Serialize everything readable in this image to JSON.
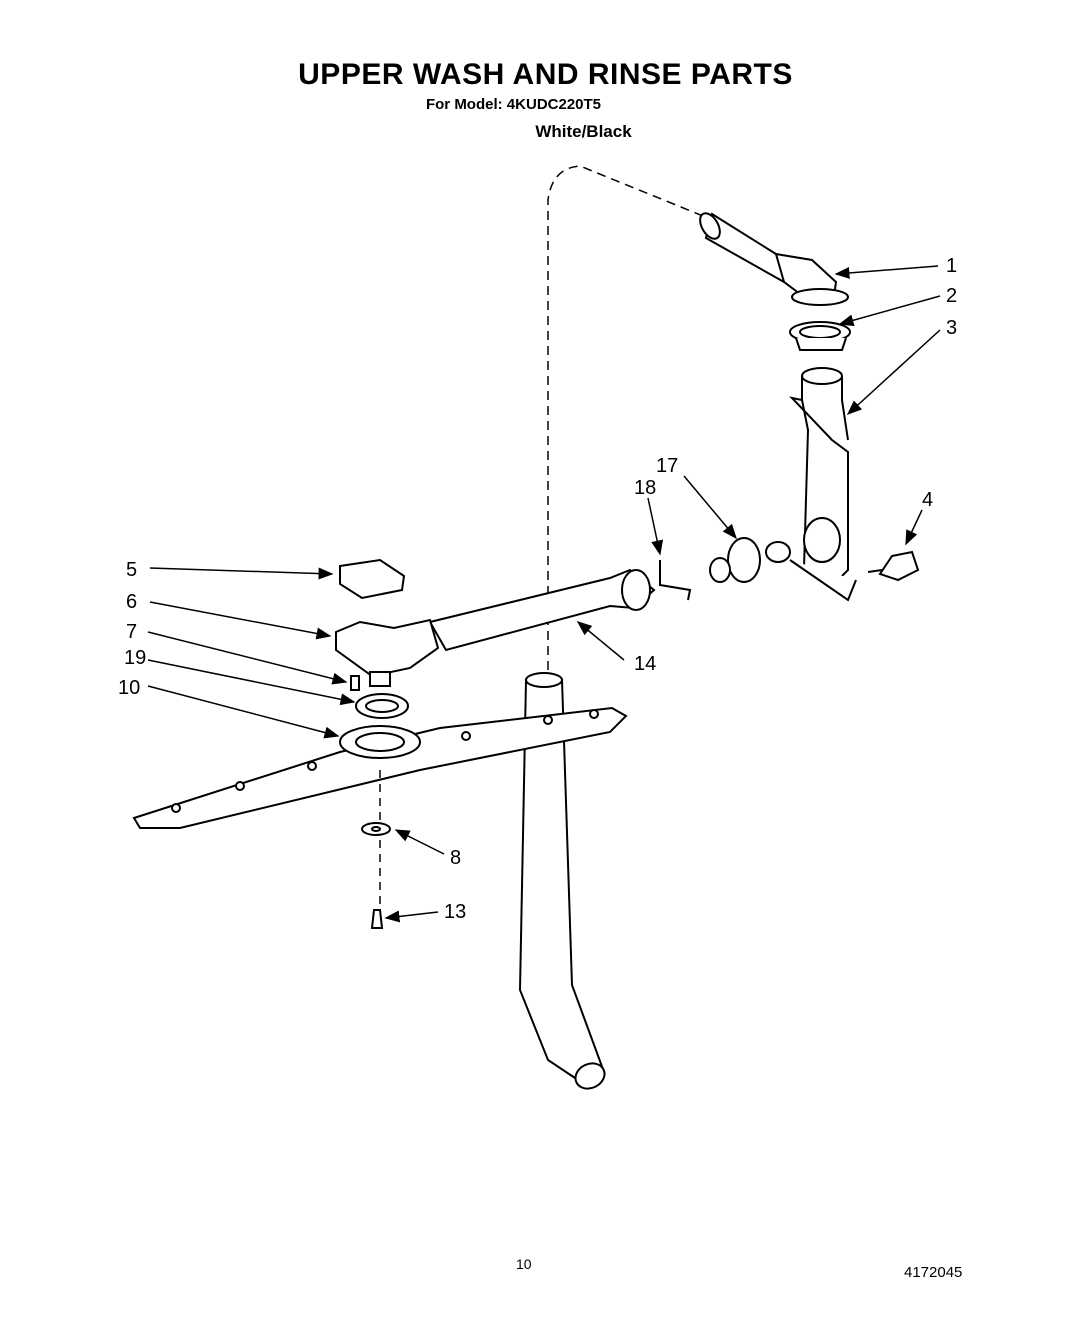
{
  "header": {
    "title": "UPPER WASH AND RINSE PARTS",
    "model": "For Model: 4KUDC220T5",
    "variant": "White/Black"
  },
  "callouts": [
    "1",
    "2",
    "3",
    "4",
    "5",
    "6",
    "7",
    "19",
    "10",
    "14",
    "17",
    "18",
    "8",
    "13"
  ],
  "footer": {
    "page_number": "10",
    "doc_number": "4172045"
  }
}
